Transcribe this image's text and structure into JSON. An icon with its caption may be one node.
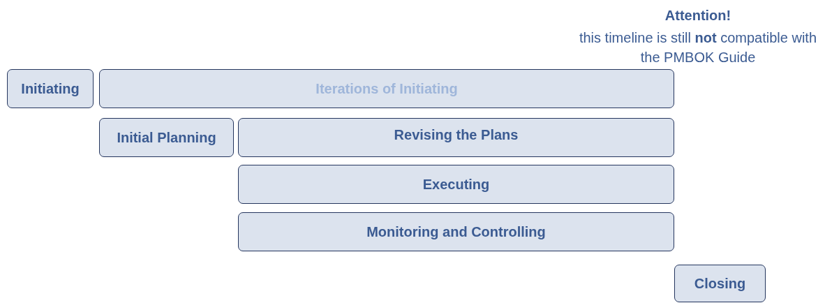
{
  "diagram": {
    "nodes": [
      {
        "text": [
          "Initiating"
        ]
      },
      {
        "text": [
          "Iterations of Initiating"
        ]
      },
      {
        "text": [
          "Initial Planning"
        ]
      },
      {
        "text": [
          "Revising the Plans"
        ]
      },
      {
        "text": [
          "Executing"
        ]
      },
      {
        "text": [
          "Monitoring and Controlling"
        ]
      },
      {
        "text": [
          "Closing"
        ]
      }
    ],
    "labels": [
      "Attention!",
      "this timeline is still **not** compatible with the PMBOK Guide"
    ]
  }
}
